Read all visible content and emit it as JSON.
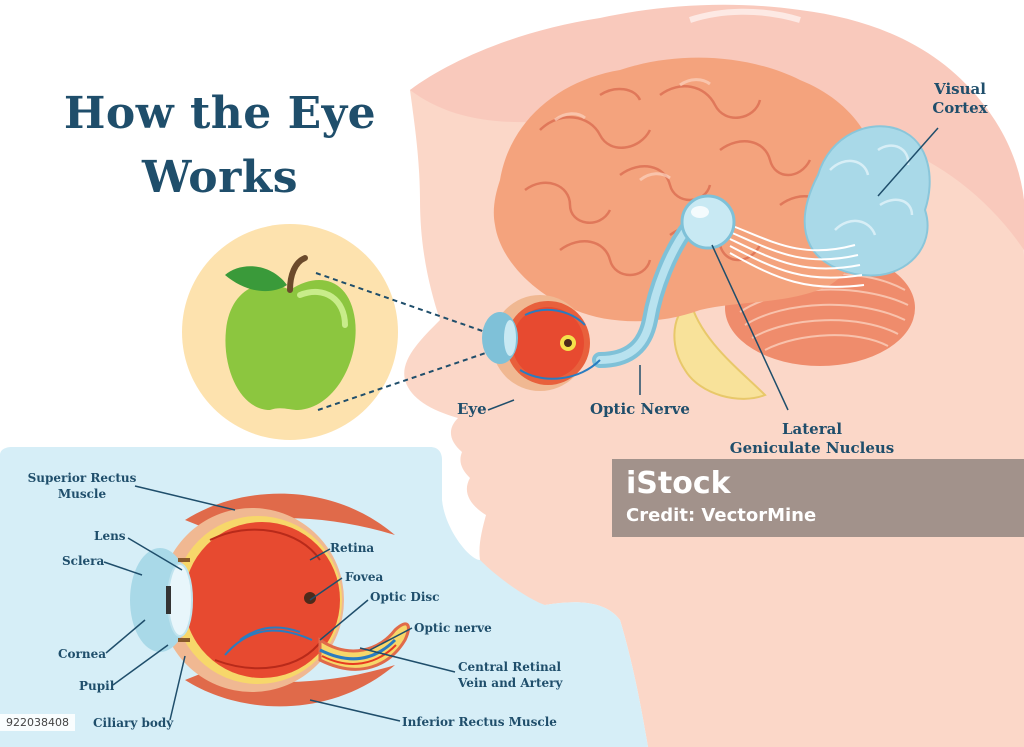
{
  "title_line1": "How the Eye",
  "title_line2": "Works",
  "labels": {
    "visual_cortex_1": "Visual",
    "visual_cortex_2": "Cortex",
    "eye": "Eye",
    "optic_nerve": "Optic Nerve",
    "lgn_1": "Lateral",
    "lgn_2": "Geniculate Nucleus",
    "superior_rectus_1": "Superior Rectus",
    "superior_rectus_2": "Muscle",
    "lens": "Lens",
    "sclera": "Sclera",
    "cornea": "Cornea",
    "pupil": "Pupil",
    "ciliary_body": "Ciliary body",
    "retina": "Retina",
    "fovea": "Fovea",
    "optic_disc": "Optic Disc",
    "optic_nerve_small": "Optic nerve",
    "central_retinal_1": "Central Retinal",
    "central_retinal_2": "Vein and Artery",
    "inferior_rectus": "Inferior Rectus Muscle"
  },
  "watermark": {
    "brand": "iStock",
    "credit": "Credit: VectorMine",
    "image_id": "922038408"
  },
  "colors": {
    "title": "#1f4e6b",
    "skin_head": "#fbd7c8",
    "hair": "#f9c9bc",
    "brain": "#f4a37d",
    "cerebellum": "#ef8c6c",
    "visual_cortex": "#a9d9e8",
    "apple": "#8cc63f",
    "apple_circle": "#fde2ae",
    "panel_bg": "#d6eef7"
  }
}
